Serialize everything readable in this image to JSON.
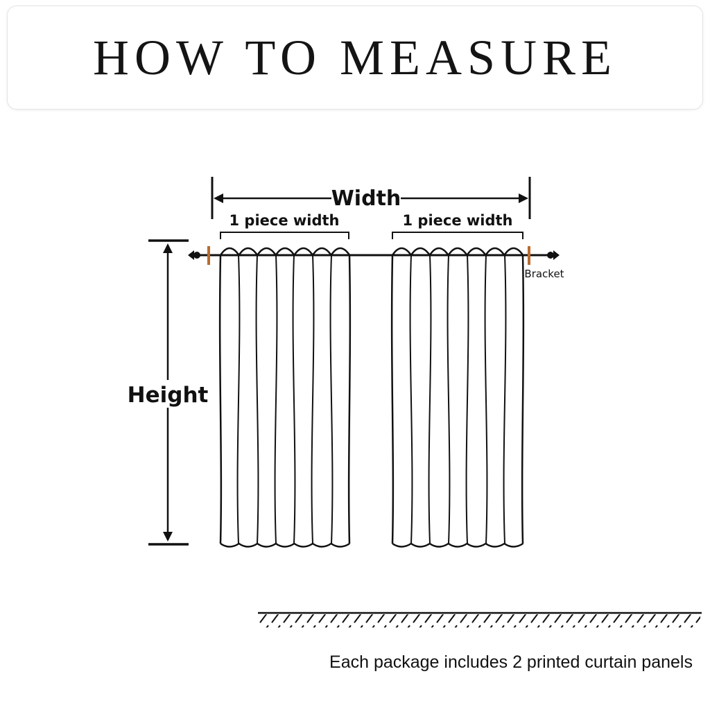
{
  "title": "HOW TO MEASURE",
  "diagram": {
    "width_label": "Width",
    "left_piece_label": "1 piece width",
    "right_piece_label": "1 piece width",
    "height_label": "Height",
    "bracket_label": "Bracket",
    "caption": "Each package includes 2 printed curtain panels"
  },
  "colors": {
    "ink": "#111111",
    "bracket_marker": "#b96b2e",
    "card_border": "#e4e4e4"
  }
}
